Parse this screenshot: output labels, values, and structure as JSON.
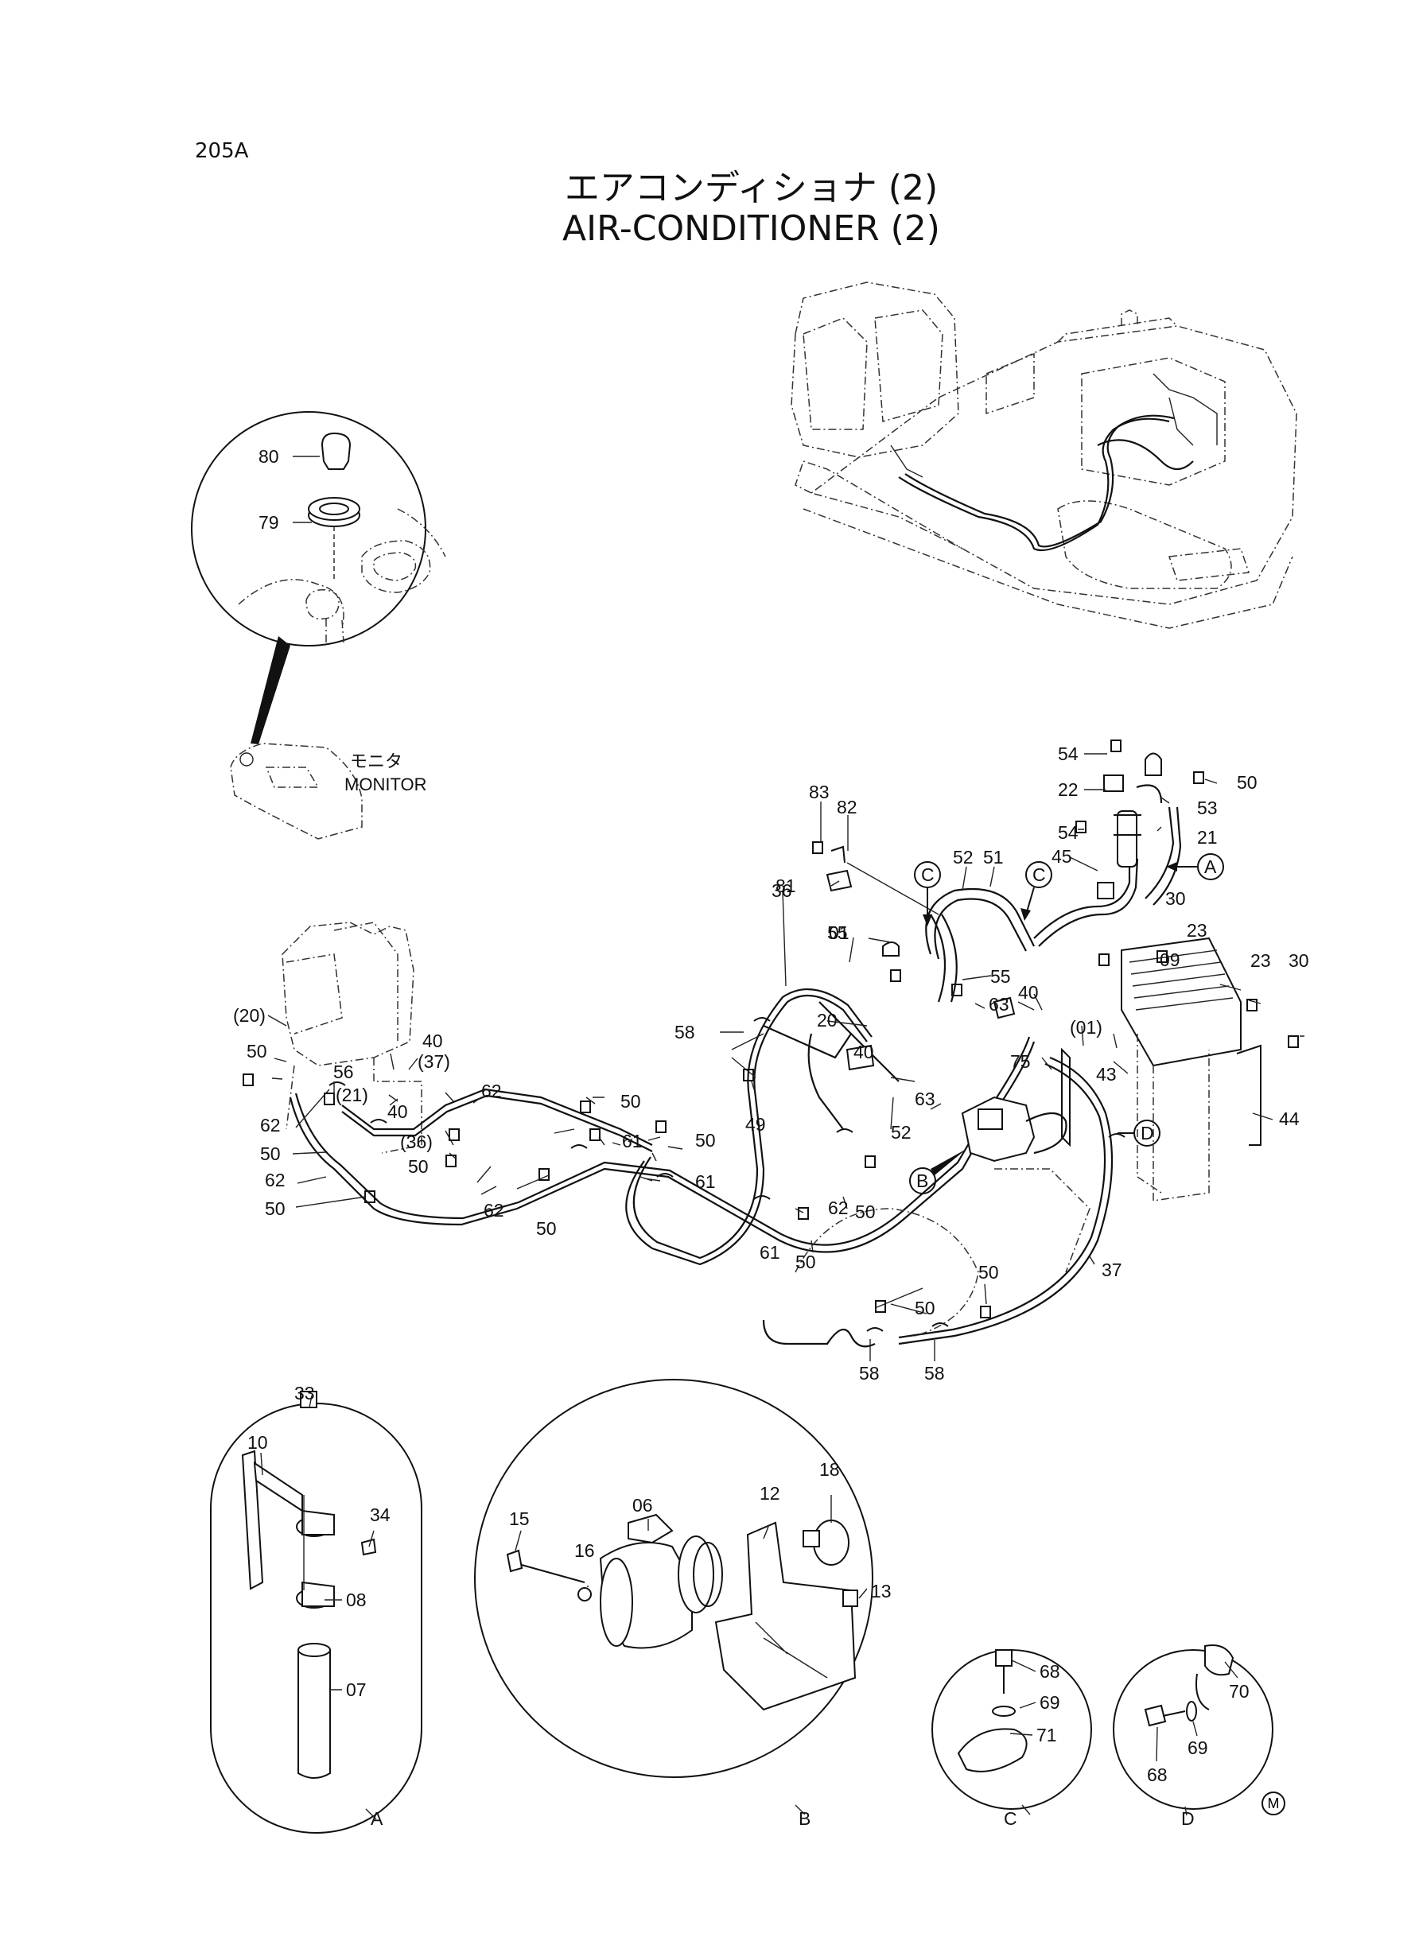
{
  "page": {
    "code": "205A",
    "title_jp": "エアコンディショナ (2)",
    "title_en": "AIR-CONDITIONER (2)",
    "mark": "M"
  },
  "monitor_label": {
    "jp": "モニタ",
    "en": "MONITOR"
  },
  "detail_letters": [
    "A",
    "B",
    "C",
    "D"
  ],
  "callouts": {
    "c80": "80",
    "c79": "79",
    "c54a": "54",
    "c22": "22",
    "c50a": "50",
    "c53": "53",
    "c21": "21",
    "c54b": "54",
    "c45": "45",
    "c52": "52",
    "c51": "51",
    "c83": "83",
    "c82": "82",
    "c81": "81",
    "c30a": "30",
    "c23a": "23",
    "c09": "09",
    "c23b": "23",
    "c30b": "30",
    "c36a": "36",
    "c55a": "55",
    "c01a": "01",
    "c55b": "55",
    "c40a": "40",
    "c63a": "63",
    "c01b": "(01)",
    "c58a": "58",
    "c20a": "20",
    "c40b": "40",
    "c75": "75",
    "c43": "43",
    "c44": "44",
    "c20b": "(20)",
    "c40c": "40",
    "c37a": "(37)",
    "c50b": "50",
    "c56": "56",
    "c21b": "(21)",
    "c40d": "40",
    "c62a": "62",
    "c62b": "62",
    "c50c": "50",
    "c36b": "(36)",
    "c50d": "50",
    "c62c": "62",
    "c50e": "50",
    "c50f": "50",
    "c61a": "61",
    "c50g": "50",
    "c49": "49",
    "c63b": "63",
    "c52b": "52",
    "c61b": "61",
    "c62d": "62",
    "c50h": "50",
    "c50i": "50",
    "c61c": "61",
    "c50j": "50",
    "c50k": "50",
    "c50l": "50",
    "c37b": "37",
    "c58b": "58",
    "c58c": "58",
    "c33": "33",
    "c10": "10",
    "c34": "34",
    "c08": "08",
    "c07": "07",
    "c15": "15",
    "c06": "06",
    "c12": "12",
    "c18": "18",
    "c16": "16",
    "c13": "13",
    "c68a": "68",
    "c69a": "69",
    "c71": "71",
    "c70": "70",
    "c68b": "68",
    "c69b": "69"
  }
}
